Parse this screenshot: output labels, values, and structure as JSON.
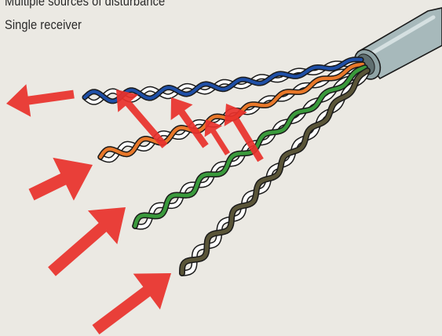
{
  "captions": {
    "line1": "Multiple sources of disturbance",
    "line2": "Single receiver"
  },
  "colors": {
    "background": "#ebe9e3",
    "arrow": "#e8322c",
    "cable_jacket": "#a7b9bb",
    "pair_blue": "#1f4fa6",
    "pair_orange": "#e8782a",
    "pair_green": "#3a9a3c",
    "pair_brown": "#5a5538",
    "wire_white": "#ffffff",
    "outline": "#1a1a1a"
  },
  "diagram": {
    "subject": "twisted-pair cable with four pairs",
    "pairs": [
      "blue",
      "orange",
      "green",
      "brown"
    ],
    "arrows": {
      "incoming_disturbance": 7,
      "outgoing_to_receiver": 1
    }
  }
}
